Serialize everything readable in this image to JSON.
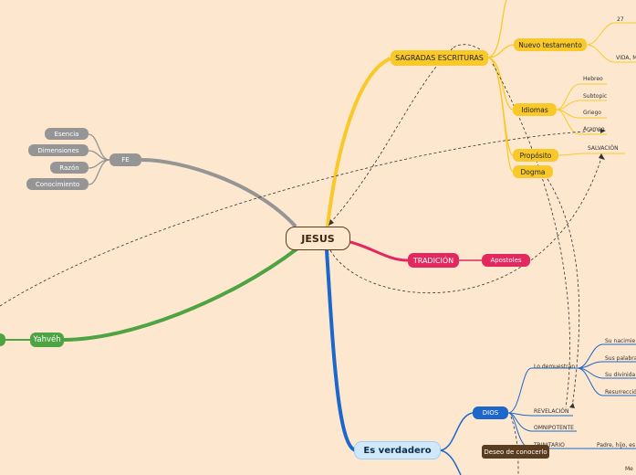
{
  "root": "JESUS",
  "fe": {
    "label": "FE",
    "children": [
      "Esencia",
      "Dimensiones",
      "Razón",
      "Conocimiento"
    ]
  },
  "yahveh": "Yahvéh",
  "sagradas": {
    "label": "SAGRADAS ESCRITURAS",
    "nuevo_testamento": "Nuevo testamento",
    "nt_children": [
      "27",
      "VIDA, M"
    ],
    "idiomas": "Idiomas",
    "idiomas_children": [
      "Hebreo",
      "Subtopic",
      "Griego",
      "Arameo"
    ],
    "proposito": "Propósito",
    "salvacion": "SALVACIÓN",
    "dogma": "Dogma"
  },
  "tradicion": {
    "label": "TRADICIÓN",
    "apostoles": "Apostoles"
  },
  "es_verdadero": {
    "label": "Es verdadero",
    "dios": "DIOS",
    "lo_demuestran": "Lo demuestran",
    "demuestran_children": [
      "Su nacimie",
      "Sus palabra",
      "Su divinida",
      "Resurrecció"
    ],
    "revelacion": "REVELACIÓN",
    "omnipotente": "OMNIPOTENTE",
    "trinitario": "TRINITARIO",
    "padre_hijo": "Padre, hijo, es",
    "me": "Me",
    "deseo": "Deseo de conocerlo"
  },
  "colors": {
    "background": "#fde7cf",
    "yellow": "#f8c928",
    "gray": "#959595",
    "green": "#4ea343",
    "pink": "#e2285e",
    "blue": "#1c67c9",
    "light_blue": "#cfe9fb",
    "brown": "#5a3d1e"
  }
}
